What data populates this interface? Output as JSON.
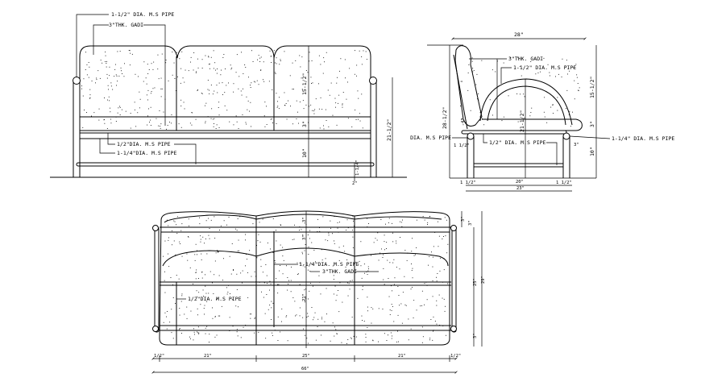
{
  "front_view": {
    "labels": {
      "arm_pipe": "1-1/2\" DIA. M.S PIPE",
      "gadi": "3\"THK. GADI",
      "rail_pipe": "1/2\"DIA. M.S PIPE",
      "base_pipe": "1-1/4\"DIA. M.S PIPE"
    },
    "dims": {
      "back_height": "15-1/2\"",
      "seat_thk": "3\"",
      "seat_height": "10\"",
      "arm_height": "21-1/2\"",
      "base_pipe_height": "1-1/4\"",
      "base_gap": "2\""
    }
  },
  "side_view": {
    "labels": {
      "gadi": "3\"THK. GADI",
      "arm_pipe": "1-1/2\" DIA. M.S PIPE",
      "rail_pipe": "1/2\" DIA. M.S PIPE",
      "base_pipe": "1-1/4\" DIA. M.S PIPE",
      "left_pipe": "DIA. M.S PIPE"
    },
    "dims": {
      "overall_depth": "28\"",
      "overall_height": "28-1/2\"",
      "back_height": "15-1/2\"",
      "seat_thk": "3\"",
      "seat_height": "10\"",
      "arm_height": "21-1/2\"",
      "back_offset": "4\"",
      "front_offset": "3\"",
      "left_pipe_offset": "1 1/2\"",
      "leg_left": "1 1/2\"",
      "leg_right": "1 1/2\"",
      "inner_depth": "20\"",
      "base_depth": "23\""
    }
  },
  "top_view": {
    "labels": {
      "base_pipe": "1-1/4\"DIA. M.S PIPE",
      "gadi": "3\"THK. GADI",
      "rail_pipe": "1/2\"DIA. M.S PIPE"
    },
    "dims": {
      "back_thk": "3\"",
      "back_gap": "3\"",
      "seat_depth": "21\"",
      "front_gap": "3\"",
      "top_offset": "3\"",
      "top_offset2": "3\"",
      "right_inner": "25\"",
      "right_overall": "29\"",
      "left_end": "1/2\"",
      "seat_left": "21\"",
      "seat_mid": "25\"",
      "seat_right": "21\"",
      "right_end": "1/2\"",
      "overall_width": "66\""
    }
  }
}
